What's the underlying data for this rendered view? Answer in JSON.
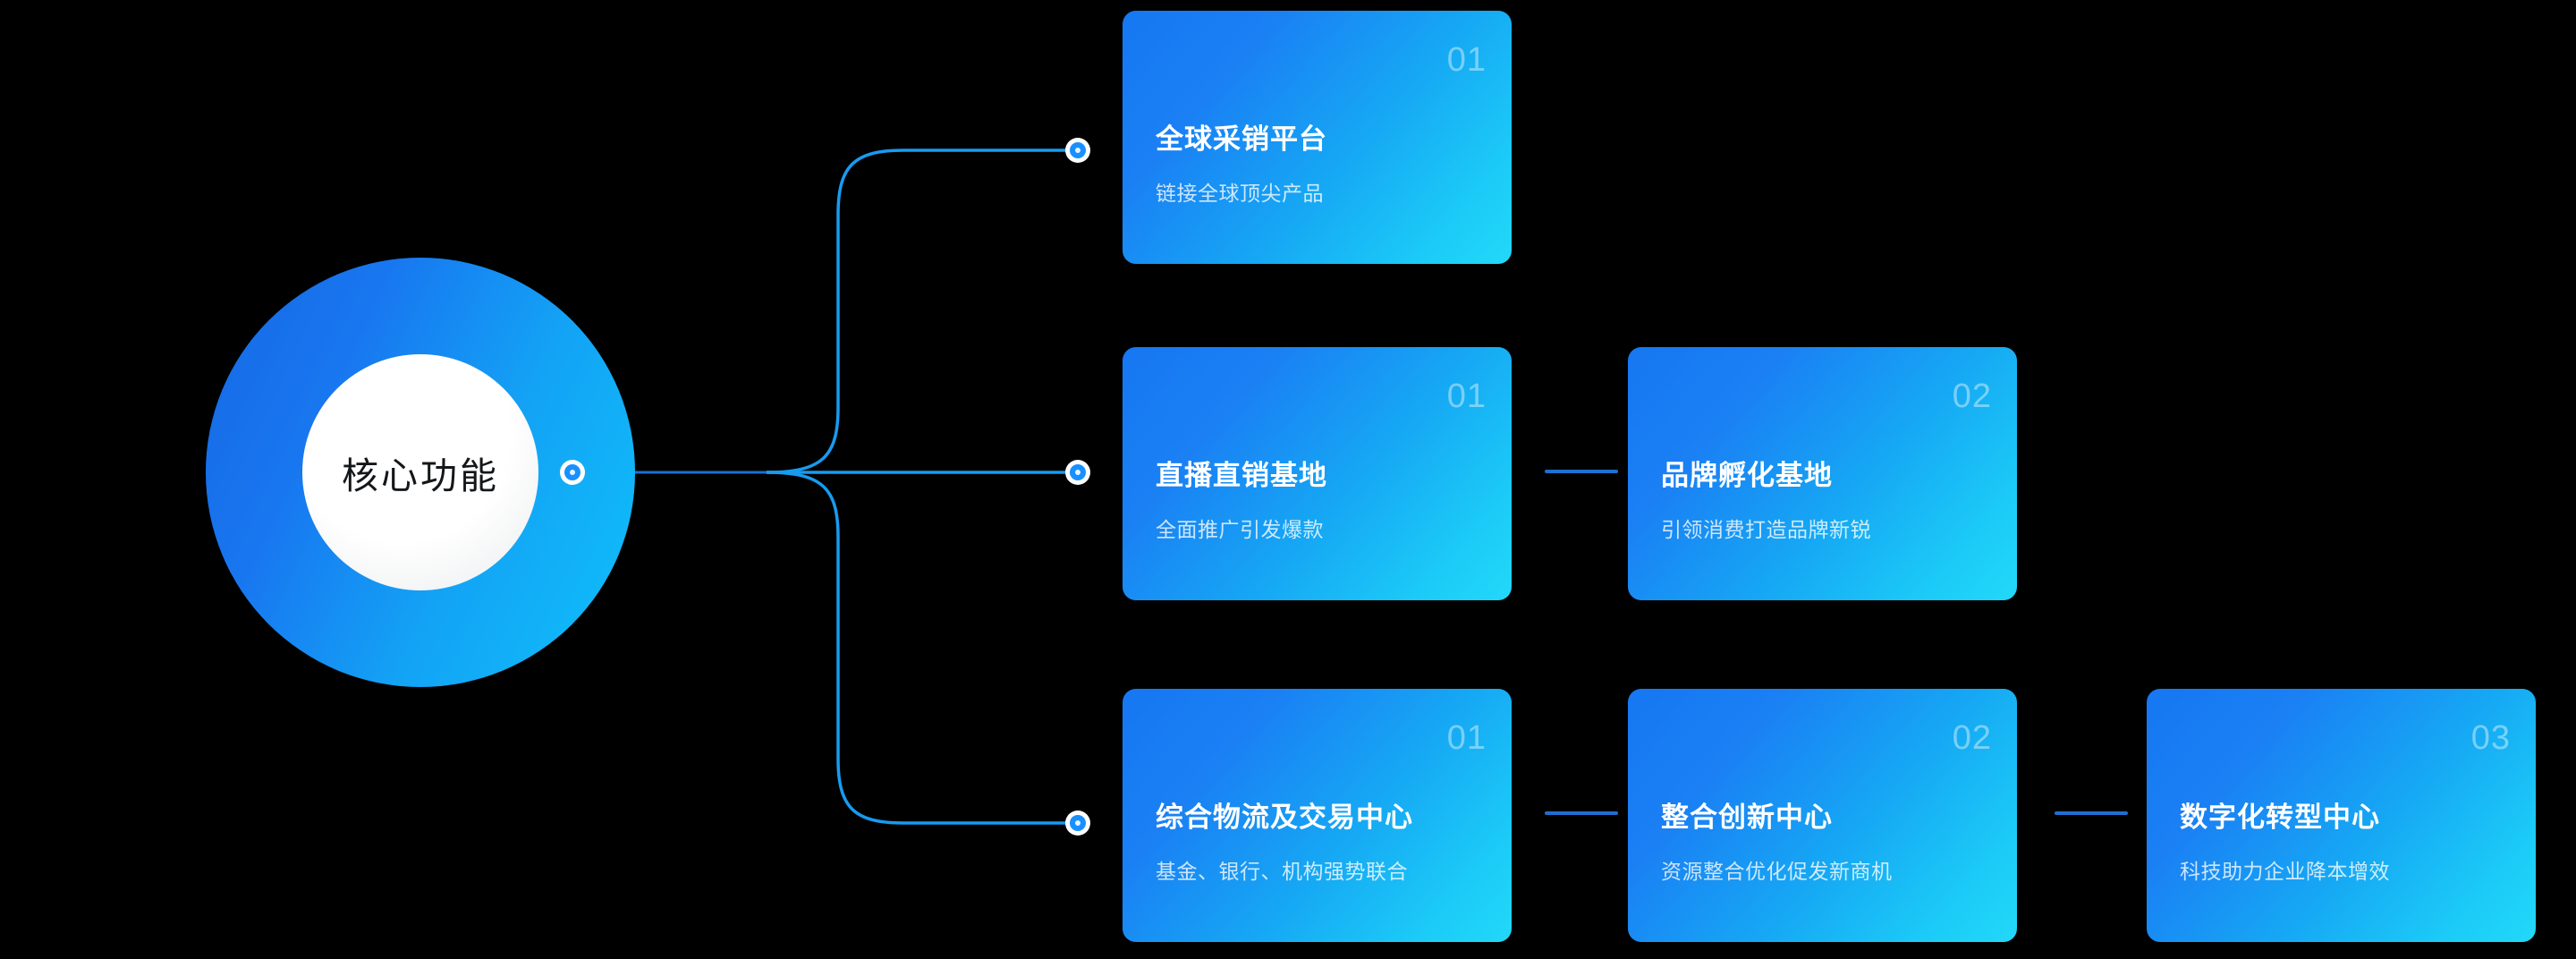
{
  "hub": {
    "label": "核心功能"
  },
  "colors": {
    "background": "#000000",
    "hub_gradient_start": "#1668e3",
    "hub_gradient_end": "#0fc0fa",
    "card_gradient_start": "#1677f2",
    "card_gradient_end": "#22d8f8",
    "connector_line": "#179bf0",
    "connector_dot_fill": "#1890ff",
    "link_dash": "#1f6fd0",
    "card_number": "rgba(255,255,255,0.42)",
    "card_title": "#ffffff",
    "card_subtitle": "rgba(255,255,255,0.78)"
  },
  "branches": [
    {
      "id": "branch-1",
      "cards": [
        {
          "number": "01",
          "title": "全球采销平台",
          "subtitle": "链接全球顶尖产品"
        }
      ]
    },
    {
      "id": "branch-2",
      "cards": [
        {
          "number": "01",
          "title": "直播直销基地",
          "subtitle": "全面推广引发爆款"
        },
        {
          "number": "02",
          "title": "品牌孵化基地",
          "subtitle": "引领消费打造品牌新锐"
        }
      ]
    },
    {
      "id": "branch-3",
      "cards": [
        {
          "number": "01",
          "title": "综合物流及交易中心",
          "subtitle": "基金、银行、机构强势联合"
        },
        {
          "number": "02",
          "title": "整合创新中心",
          "subtitle": "资源整合优化促发新商机"
        },
        {
          "number": "03",
          "title": "数字化转型中心",
          "subtitle": "科技助力企业降本增效"
        }
      ]
    }
  ]
}
